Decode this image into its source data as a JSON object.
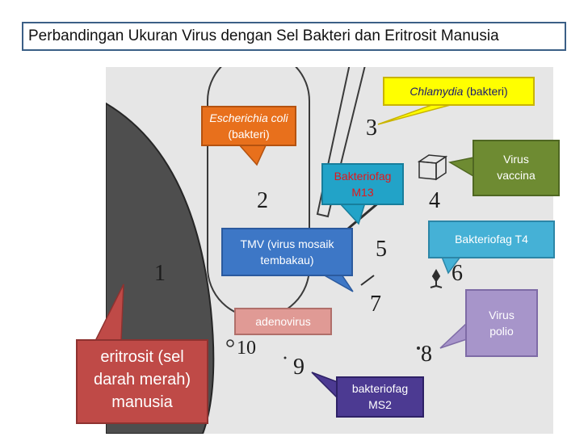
{
  "title": "Perbandingan Ukuran Virus dengan Sel Bakteri dan Eritrosit Manusia",
  "figure_numbers": [
    "1",
    "2",
    "3",
    "4",
    "5",
    "6",
    "7",
    "8",
    "9",
    "10"
  ],
  "callouts": {
    "chlamydia": {
      "italic": "Chlamydia",
      "rest": " (bakteri)"
    },
    "ecoli": {
      "line1": "Escherichia coli",
      "line2": "(bakteri)"
    },
    "vaccina": {
      "line1": "Virus",
      "line2": "vaccina"
    },
    "m13": {
      "line1": "Bakteriofag",
      "line2": "M13"
    },
    "t4": {
      "line1": "Bakteriofag T4"
    },
    "tmv": {
      "line1": "TMV (virus mosaik",
      "line2": "tembakau)"
    },
    "polio": {
      "line1": "Virus",
      "line2": "polio"
    },
    "adeno": {
      "line1": "adenovirus"
    },
    "ms2": {
      "line1": "bakteriofag",
      "line2": "MS2"
    },
    "eritrosit": {
      "line1": "eritrosit (sel",
      "line2": "darah merah)",
      "line3": "manusia"
    }
  },
  "colors": {
    "chlamydia": "#ffff00",
    "ecoli": "#e8701c",
    "vaccina": "#6e8b32",
    "m13": "#22a3c8",
    "t4": "#45b1d6",
    "tmv": "#3d77c6",
    "polio": "#a795ca",
    "adeno": "#e09a95",
    "ms2": "#4c3a92",
    "eritrosit": "#bf4a47"
  }
}
